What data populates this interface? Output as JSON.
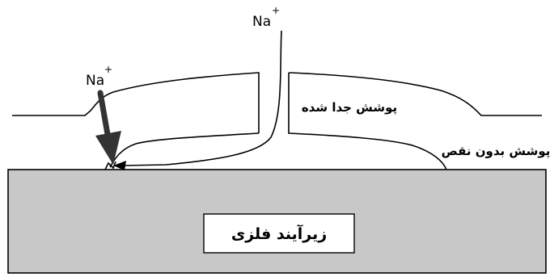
{
  "ion_label": "Na",
  "ion_charge": "+",
  "label_detached_coating": "پوشش جدا شده",
  "label_intact_coating": "پوشش بدون نقص",
  "label_metal_substrate": "زیرآیند فلزی",
  "colors": {
    "substrate_fill": "#c8c8c8",
    "line": "#000000",
    "arrow": "#333333",
    "label_box": "#ffffff"
  }
}
